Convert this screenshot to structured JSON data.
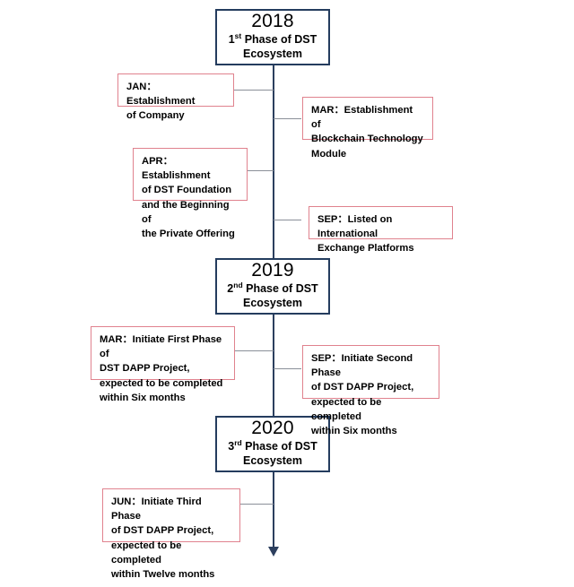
{
  "diagram": {
    "title": "DST Ecosystem Development Roadmap",
    "type": "vertical-timeline",
    "colors": {
      "year_box_border": "#243c5e",
      "milestone_box_border": "#e0828e",
      "axis": "#2c3f5e",
      "connector": "#8a8f98",
      "text": "#000000",
      "background": "#ffffff"
    }
  },
  "years": [
    {
      "year": "2018",
      "ordinal": "1",
      "ordinal_suffix": "st",
      "phase_line1": "Phase of DST",
      "phase_line2": "Ecosystem"
    },
    {
      "year": "2019",
      "ordinal": "2",
      "ordinal_suffix": "nd",
      "phase_line1": "Phase of DST",
      "phase_line2": "Ecosystem"
    },
    {
      "year": "2020",
      "ordinal": "3",
      "ordinal_suffix": "rd",
      "phase_line1": "Phase of DST",
      "phase_line2": "Ecosystem"
    }
  ],
  "milestones": [
    {
      "month": "JAN",
      "side": "left",
      "year": "2018",
      "text": "JAN：Establishment\nof Company"
    },
    {
      "month": "MAR",
      "side": "right",
      "year": "2018",
      "text": "MAR：Establishment of\nBlockchain Technology\nModule"
    },
    {
      "month": "APR",
      "side": "left",
      "year": "2018",
      "text": "APR：Establishment\nof DST Foundation\nand the Beginning of\nthe Private Offering"
    },
    {
      "month": "SEP",
      "side": "right",
      "year": "2018",
      "text": "SEP：Listed on International\nExchange Platforms"
    },
    {
      "month": "MAR",
      "side": "left",
      "year": "2019",
      "text": "MAR：Initiate First Phase of\nDST DAPP Project,\nexpected to be completed\nwithin Six months"
    },
    {
      "month": "SEP",
      "side": "right",
      "year": "2019",
      "text": "SEP：Initiate Second Phase\nof DST DAPP Project,\nexpected to be completed\nwithin Six months"
    },
    {
      "month": "JUN",
      "side": "left",
      "year": "2020",
      "text": "JUN：Initiate Third Phase\nof DST DAPP Project,\nexpected to be completed\nwithin Twelve months"
    }
  ]
}
